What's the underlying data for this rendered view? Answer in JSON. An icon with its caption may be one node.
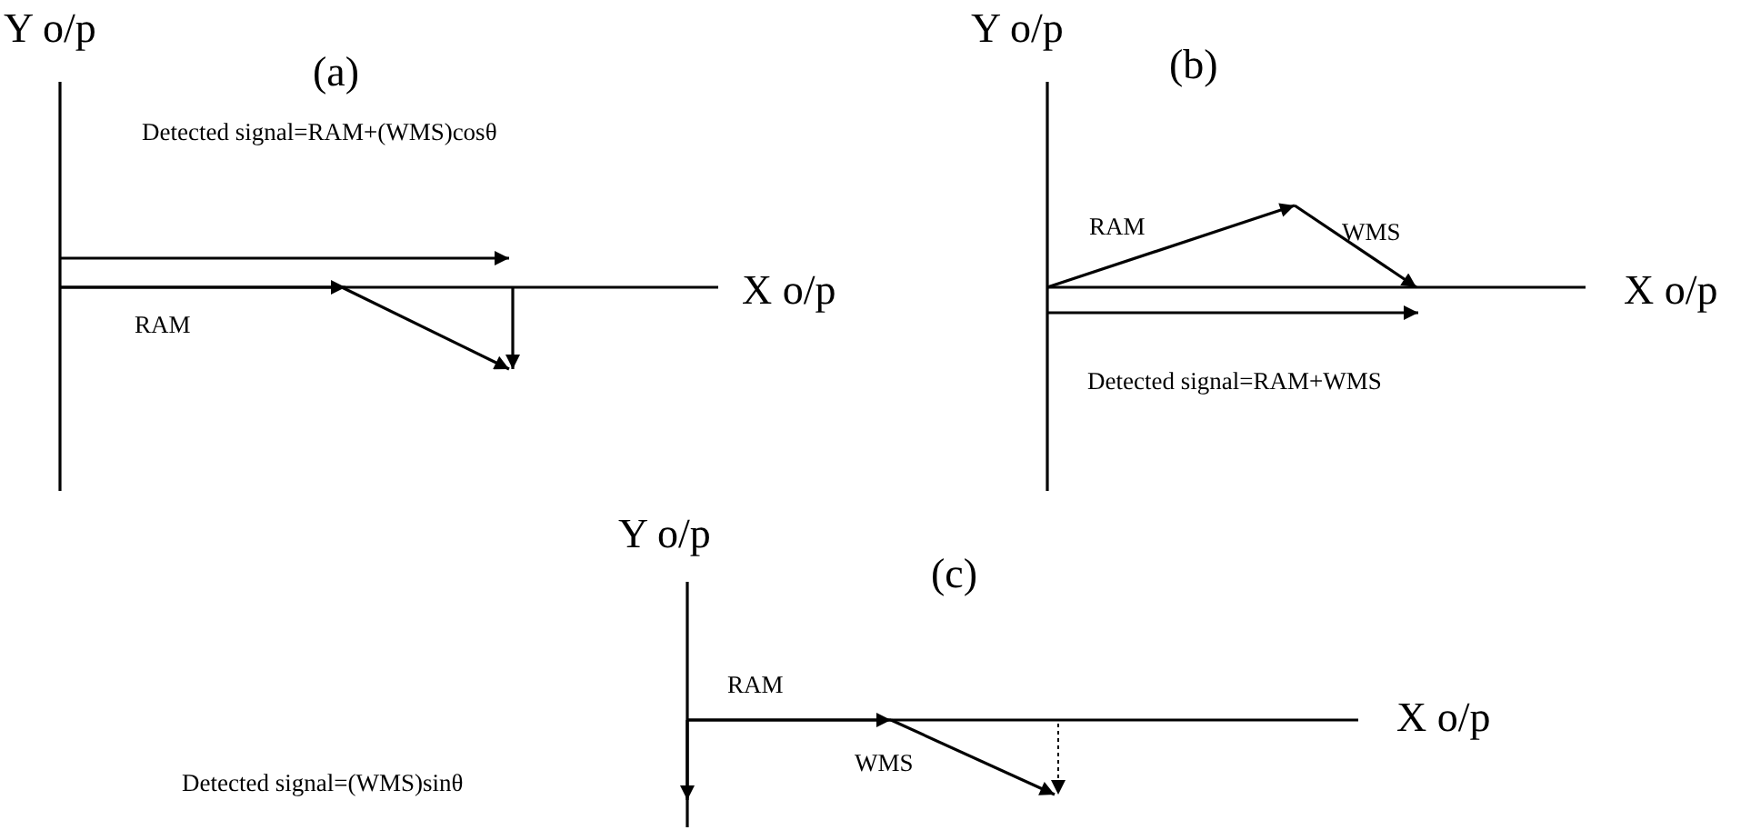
{
  "diagram": {
    "labels": [
      "Y o/p",
      "(a)",
      "Detected signal=RAM+(WMS)cosθ",
      "X o/p",
      "RAM",
      "Y o/p",
      "(b)",
      "RAM",
      "WMS",
      "X o/p",
      "Detected signal=RAM+WMS",
      "Y o/p",
      "(c)",
      "RAM",
      "X o/p",
      "Detected signal=(WMS)sinθ",
      "WMS"
    ]
  }
}
